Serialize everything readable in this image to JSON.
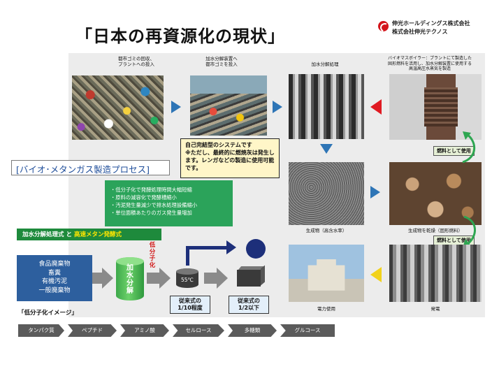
{
  "title": "「日本の再資源化の現状」",
  "company": {
    "line1": "伸光ホールディングス株式会社",
    "line2": "株式会社伸光テクノス"
  },
  "process": {
    "step1_caption": "都市ゴミの回収、\nプラントへの投入",
    "step2_caption": "加水分解装置へ\n都市ゴミを投入",
    "step3_caption": "加水分解処理",
    "step4_caption": "バイオマスボイラー：プラントにて製造した\n固形燃料を活用し、加水分解装置に使用する\n高温高圧水蒸気を製造",
    "product_caption": "生成物（高含水率）",
    "dried_caption": "生成物を乾燥（固形燃料）",
    "power_use_caption": "電力使用",
    "power_gen_caption": "発電",
    "fuel_label_1": "燃料として使用",
    "fuel_label_2": "燃料として使用"
  },
  "note": "自己完結型のシステムです\n※ただし、最終的に燃焼灰は発生します。レンガなどの製造に使用可能です。",
  "bio_title": "[バイオ･メタンガス製造プロセス]",
  "benefits": [
    "・低分子化で発酵処理時間大幅短縮",
    "・原料の減容化で発酵槽縮小",
    "・汚泥発生量減少で排水処理設備縮小",
    "・単位面積あたりのガス発生量増加"
  ],
  "method": {
    "part1": "加水分解処理式",
    "joiner": " と ",
    "part2": "高速メタン発酵式"
  },
  "waste_types": [
    "食品廃棄物",
    "畜糞",
    "有機汚泥",
    "一般廃棄物"
  ],
  "cylinder_label": "加\n水\n分\n解",
  "low_molecular": "低分子化",
  "temperature": "55℃",
  "compare_1": "従来式の\n1/10程度",
  "compare_2": "従来式の\n1/2以下",
  "image_label": "「低分子化イメージ」",
  "chain": [
    "タンパク質",
    "ペプチド",
    "アミノ酸",
    "セルロース",
    "多糖類",
    "グルコース"
  ],
  "colors": {
    "accent_blue": "#2e75b6",
    "red": "#e01a22",
    "green": "#2ba35a",
    "navy": "#1d2f7a",
    "yellow": "#f2d21b"
  }
}
